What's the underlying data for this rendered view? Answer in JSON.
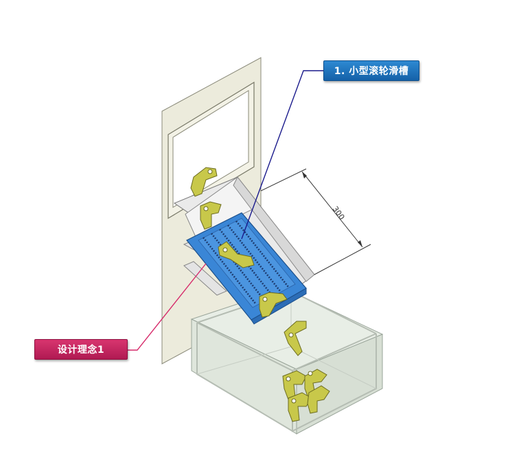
{
  "callouts": {
    "top": {
      "label": "1. 小型滚轮滑槽",
      "color": "#1f6fbf"
    },
    "bottom": {
      "label": "设计理念1",
      "color": "#c42660"
    }
  },
  "dimension": {
    "value": "300"
  },
  "colors": {
    "panel": "#ecebdc",
    "chute_blue": "#3a86d6",
    "part_yellow": "#c8c84a",
    "box_glass": "#e4ebe2",
    "leader_blue": "#1a1a8c",
    "leader_red": "#d62a6a"
  }
}
